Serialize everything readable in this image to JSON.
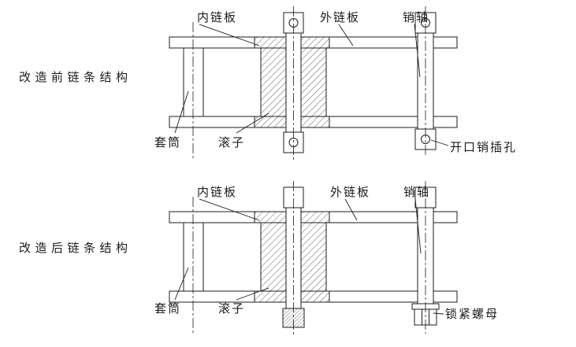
{
  "colors": {
    "background": "#ffffff",
    "line": "#1c1c1c"
  },
  "before": {
    "title": "改造前链条结构",
    "labels": {
      "inner_plate": "内链板",
      "outer_plate": "外链板",
      "pin": "销轴",
      "bushing": "套筒",
      "roller": "滚子",
      "cotter_pin_hole": "开口销插孔"
    }
  },
  "after": {
    "title": "改造后链条结构",
    "labels": {
      "inner_plate": "内链板",
      "outer_plate": "外链板",
      "pin": "销轴",
      "bushing": "套筒",
      "roller": "滚子",
      "lock_nut": "锁紧螺母"
    }
  }
}
